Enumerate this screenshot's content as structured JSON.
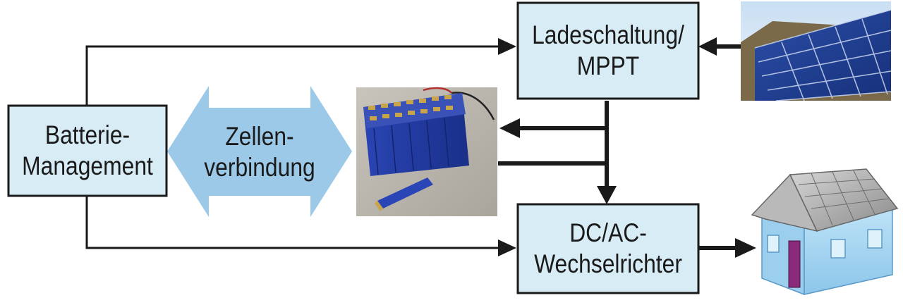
{
  "blocks": {
    "charger": {
      "text": "Ladeschaltung/\nMPPT"
    },
    "bms": {
      "text": "Batterie-\nManagement"
    },
    "inverter": {
      "text": "DC/AC-\nWechselrichter"
    },
    "cell_connection": {
      "text": "Zellen-\nverbindung"
    }
  },
  "images": {
    "solar_panel": "solar-panel-photo",
    "battery_pack": "battery-pack-photo",
    "house": "house-illustration"
  },
  "colors": {
    "block_fill": "#d8ecf5",
    "block_border": "#1a1a1a",
    "double_arrow": "#9cc9e8",
    "connector": "#1a1a1a"
  }
}
